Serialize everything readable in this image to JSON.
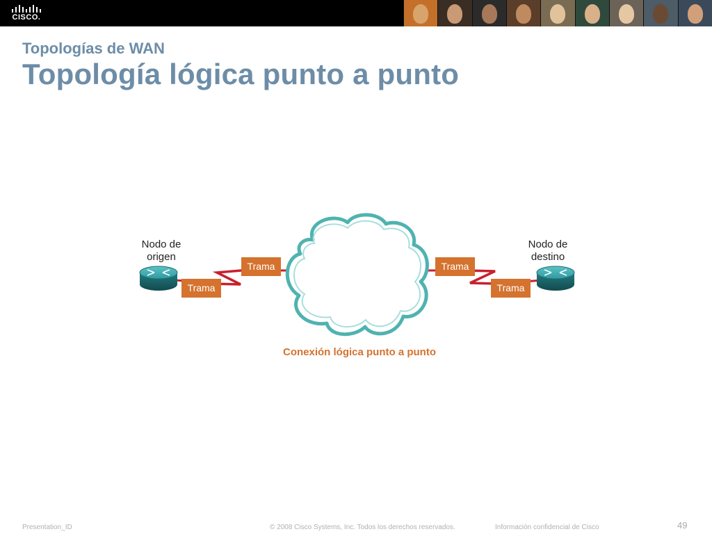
{
  "header": {
    "brand": "CISCO.",
    "photo_strip": [
      {
        "bg": "#c4702a",
        "face": "#d9a36c"
      },
      {
        "bg": "#3a2d24",
        "face": "#c99a73"
      },
      {
        "bg": "#2b2b2b",
        "face": "#a7795a"
      },
      {
        "bg": "#5a3e2a",
        "face": "#c08a60"
      },
      {
        "bg": "#7a6c52",
        "face": "#e0c39b"
      },
      {
        "bg": "#2f4a3c",
        "face": "#d8b18a"
      },
      {
        "bg": "#6b6258",
        "face": "#e6c7a4"
      },
      {
        "bg": "#4d5c66",
        "face": "#6b4a34"
      },
      {
        "bg": "#3b4a5a",
        "face": "#d1a07a"
      }
    ]
  },
  "slide": {
    "subtitle": "Topologías de WAN",
    "title": "Topología lógica punto a punto"
  },
  "diagram": {
    "source_node": {
      "line1": "Nodo de",
      "line2": "origen"
    },
    "dest_node": {
      "line1": "Nodo de",
      "line2": "destino"
    },
    "frame_label": "Trama",
    "cloud_caption": "Conexión lógica punto a punto"
  },
  "colors": {
    "title": "#6d8da7",
    "frame": "#d4722e",
    "caption": "#d4722e",
    "link": "#c8202e",
    "cloud_outline": "#4fb3b0",
    "router": "#2f8f94"
  },
  "footer": {
    "left": "Presentation_ID",
    "center": "© 2008 Cisco Systems, Inc. Todos los derechos reservados.",
    "right": "Información confidencial de Cisco",
    "page": "49"
  }
}
